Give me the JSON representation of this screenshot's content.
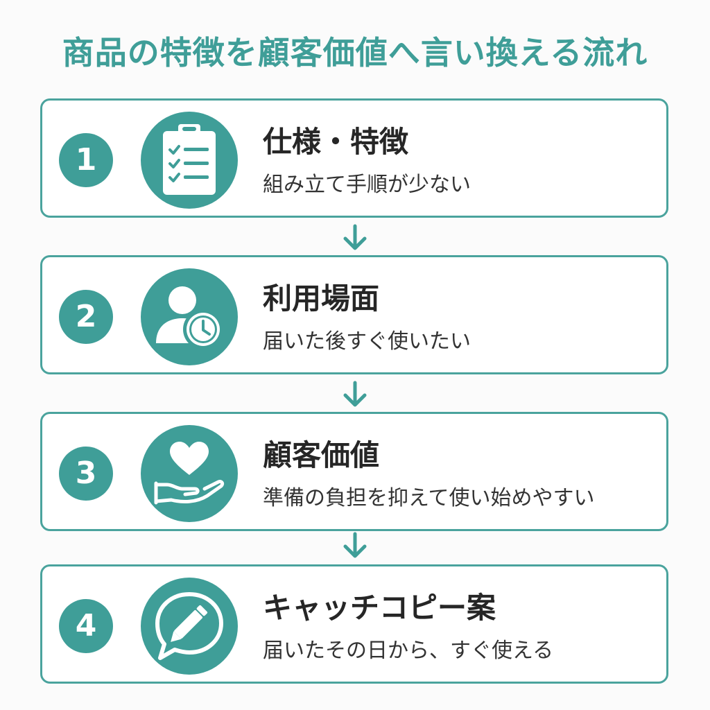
{
  "title": "商品の特徴を顧客価値へ言い換える流れ",
  "colors": {
    "accent": "#3f9e98",
    "border": "#4aa39d",
    "text": "#262626"
  },
  "steps": [
    {
      "number": "1",
      "icon": "clipboard-checklist-icon",
      "title": "仕様・特徴",
      "description": "組み立て手順が少ない"
    },
    {
      "number": "2",
      "icon": "person-clock-icon",
      "title": "利用場面",
      "description": "届いた後すぐ使いたい"
    },
    {
      "number": "3",
      "icon": "heart-hand-icon",
      "title": "顧客価値",
      "description": "準備の負担を抑えて使い始めやすい"
    },
    {
      "number": "4",
      "icon": "speech-bubble-pencil-icon",
      "title": "キャッチコピー案",
      "description": "届いたその日から、すぐ使える"
    }
  ]
}
